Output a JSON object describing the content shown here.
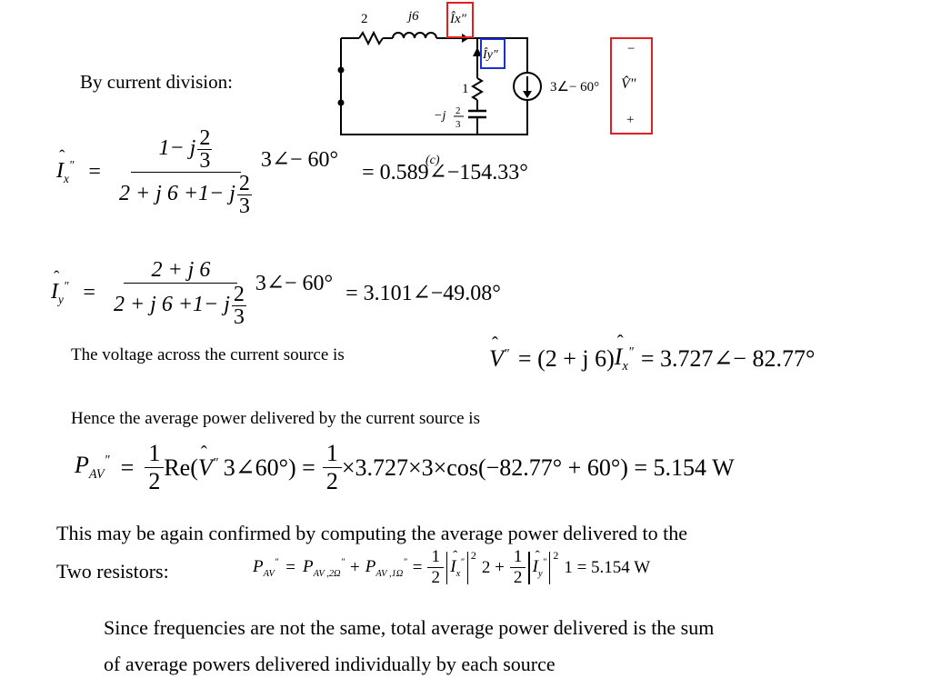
{
  "title_text": "By current division:",
  "circuit": {
    "label_2": "2",
    "label_j6": "j6",
    "label_1": "1",
    "label_neg_j": "−j",
    "label_2b": "2",
    "label_3b": "3",
    "source_label": "3∠− 60°",
    "caption": "(c)",
    "ix_label": "Îx\"",
    "iy_label": "Îy\"",
    "v_minus": "−",
    "v_label": "V̂\"",
    "v_plus": "+"
  },
  "eq1": {
    "lhs": "I",
    "lhs_sub": "x",
    "lhs_sup": "\"",
    "eq": "=",
    "num_a": "1− j",
    "f_num": "2",
    "f_den": "3",
    "den_a": "2 + j 6 +1− j",
    "source": "3∠− 60°",
    "result": "= 0.589∠−154.33°"
  },
  "eq2": {
    "lhs": "I",
    "lhs_sub": "y",
    "lhs_sup": "\"",
    "eq": "=",
    "num": "2 + j 6",
    "den_a": "2 + j 6 +1− j",
    "f_num": "2",
    "f_den": "3",
    "source": "3∠− 60°",
    "result": "= 3.101∠−49.08°"
  },
  "voltage_text": "The voltage across the current source is",
  "eq3": {
    "v": "V",
    "v_sup": "\"",
    "mid": "= (2 + j 6)",
    "i": "I",
    "i_sub": "x",
    "i_sup": "\"",
    "result": "= 3.727∠− 82.77°"
  },
  "power_text": "Hence the average power delivered by the current source is",
  "eq4": {
    "p": "P",
    "p_sub": "AV",
    "p_sup": "\"",
    "eq": "=",
    "half_num": "1",
    "half_den": "2",
    "re_open": "Re(",
    "v": "V",
    "v_sup": "\"",
    "re_rest": "3∠60°) =",
    "rest": "×3.727×3×cos(−82.77° + 60°) = 5.154 W"
  },
  "confirm_line1": "This may be again confirmed by computing the average power delivered to the",
  "confirm_line2": "Two resistors:",
  "eq5": {
    "p": "P",
    "p_sub": "AV",
    "p_sup": "\"",
    "eq": "=",
    "p2_sub": "AV ,2Ω",
    "plus": "+",
    "p1_sub": "AV ,1Ω",
    "eq2": "=",
    "half_num": "1",
    "half_den": "2",
    "ix_sub": "x",
    "sq": "2",
    "mid": "2 +",
    "iy_sub": "y",
    "tail": "1 = 5.154 W"
  },
  "note_line1": "Since frequencies are not the same, total average power delivered is the sum",
  "note_line2": "of average powers delivered individually by each source",
  "colors": {
    "ix_box": "#e02020",
    "iy_box": "#1a2fd6",
    "v_box": "#e02020"
  }
}
